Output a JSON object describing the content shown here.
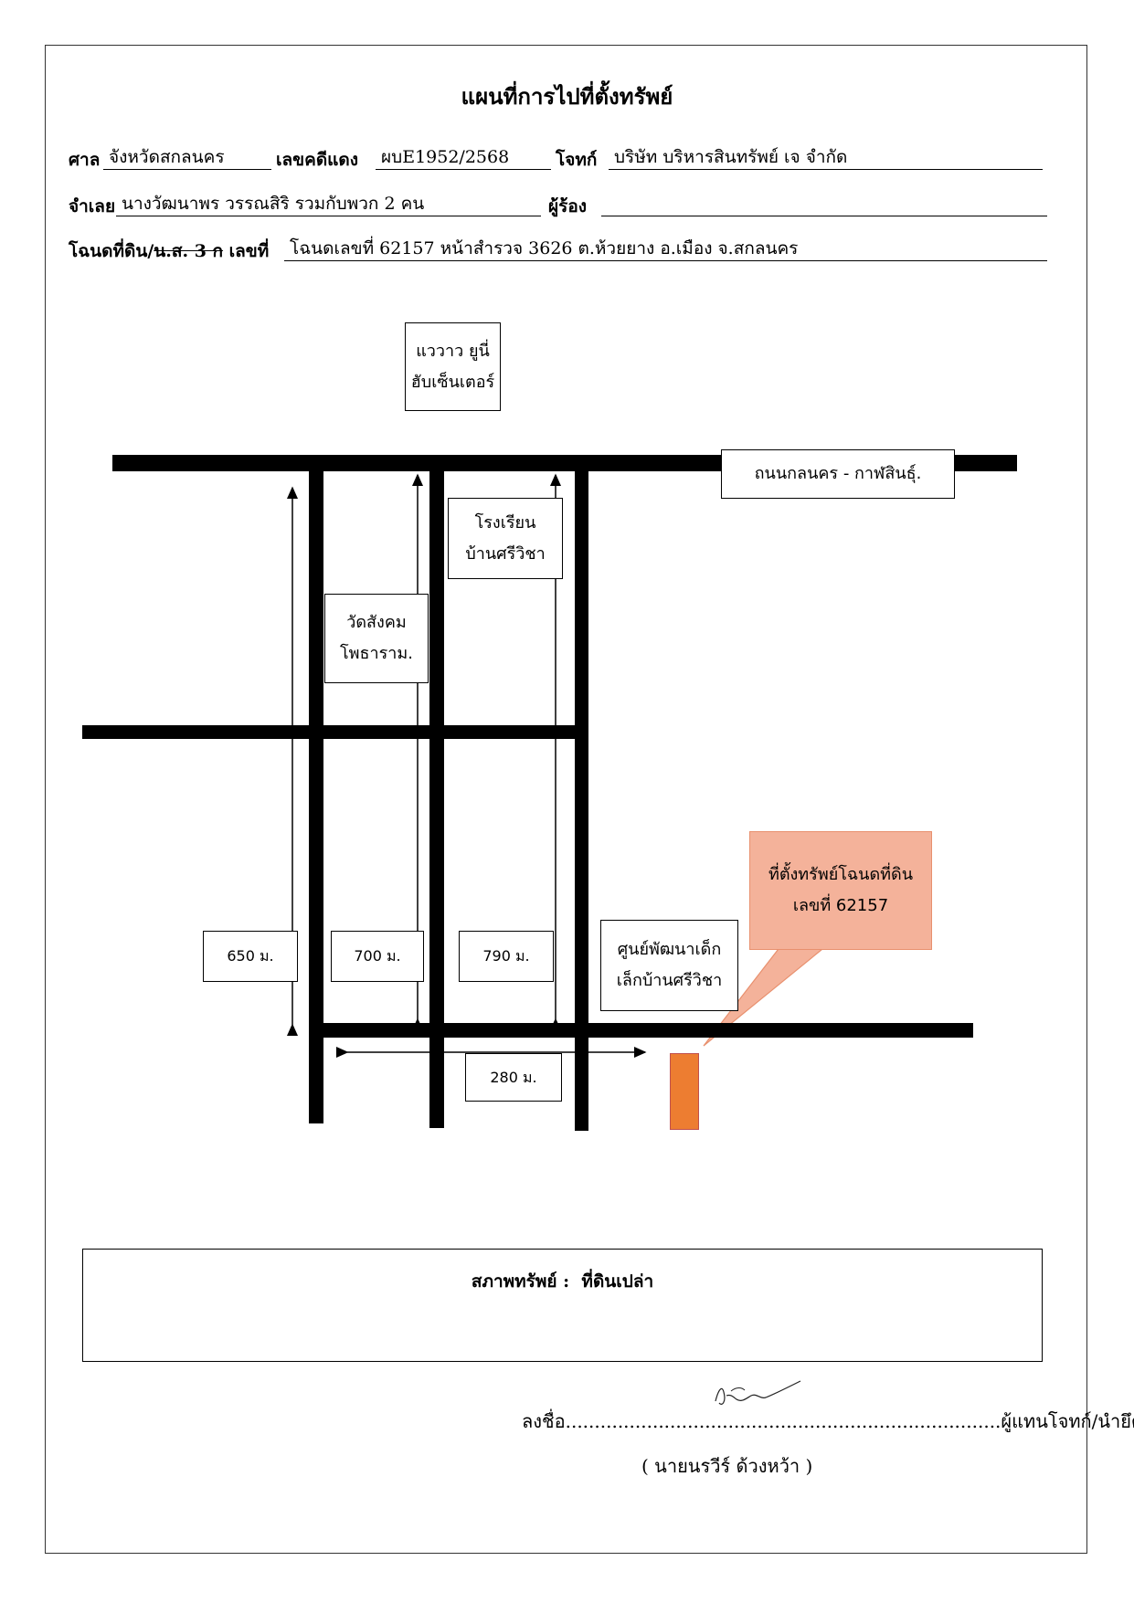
{
  "title": "แผนที่การไปที่ตั้งทรัพย์",
  "header": {
    "court_label": "ศาล",
    "court_value": "จังหวัดสกลนคร",
    "case_label": "เลขคดีแดง",
    "case_value": "ผบE1952/2568",
    "plaintiff_label": "โจทก์",
    "plaintiff_value": "บริษัท บริหารสินทรัพย์ เจ จำกัด",
    "defendant_label": "จำเลย",
    "defendant_value": "นางวัฒนาพร วรรณสิริ รวมกับพวก 2 คน",
    "petitioner_label": "ผู้ร้อง",
    "petitioner_value": "",
    "deed_label_a": "โฉนดที่ดิน/",
    "deed_label_strike": "น.ส. 3 ก",
    "deed_label_b": "เลขที่",
    "deed_value": "โฉนดเลขที่ 62157 หน้าสำรวจ 3626 ต.ห้วยยาง อ.เมือง จ.สกลนคร"
  },
  "map": {
    "landmark_mall": {
      "line1": "แววาว ยูนี่",
      "line2": "ฮับเซ็นเตอร์"
    },
    "road_name": "ถนนกลนคร - กาฬสินธุ์.",
    "school": {
      "line1": "โรงเรียน",
      "line2": "บ้านศรีวิชา"
    },
    "temple": {
      "line1": "วัดสังคม",
      "line2": "โพธาราม."
    },
    "property_callout": {
      "line1": "ที่ตั้งทรัพย์โฉนดที่ดิน",
      "line2": "เลขที่ 62157"
    },
    "childcare": {
      "line1": "ศูนย์พัฒนาเด็ก",
      "line2": "เล็กบ้านศรีวิชา"
    },
    "distances": {
      "d1": "650 ม.",
      "d2": "700 ม.",
      "d3": "790 ม.",
      "d4": "280 ม."
    },
    "colors": {
      "road": "#000000",
      "callout_fill": "#f4b29a",
      "callout_border": "#e8906e",
      "property_fill": "#ed7d31",
      "property_border": "#c0504d"
    }
  },
  "status": {
    "label": "สภาพทรัพย์ :",
    "value": "ที่ดินเปล่า"
  },
  "signature": {
    "sign_prefix": "ลงชื่อ",
    "dots": "...........................................................................",
    "sign_role": "ผู้แทนโจทก์/นำยึด",
    "name": "( นายนรวีร์ ด้วงหว้า )"
  }
}
